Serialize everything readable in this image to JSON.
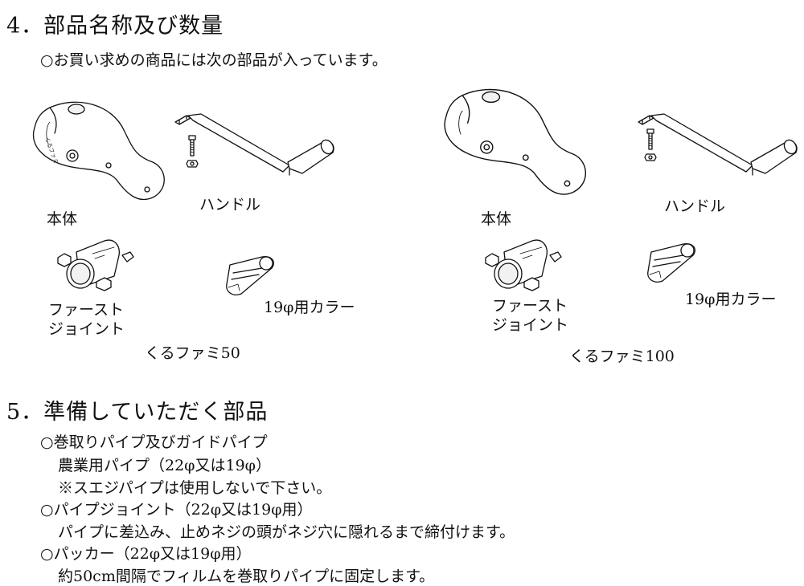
{
  "section4": {
    "heading": "4．部品名称及び数量",
    "intro": "○お買い求めの商品には次の部品が入っています。",
    "products": [
      {
        "name": "くるファミ50",
        "parts": {
          "body": "本体",
          "handle": "ハンドル",
          "joint_line1": "ファースト",
          "joint_line2": "ジョイント",
          "collar": "19φ用カラー"
        }
      },
      {
        "name": "くるファミ100",
        "parts": {
          "body": "本体",
          "handle": "ハンドル",
          "joint_line1": "ファースト",
          "joint_line2": "ジョイント",
          "collar": "19φ用カラー"
        }
      }
    ]
  },
  "section5": {
    "heading": "5．準備していただく部品",
    "items": [
      {
        "title": "○巻取りパイプ及びガイドパイプ",
        "lines": [
          "農業用パイプ（22φ又は19φ）",
          "※スエジパイプは使用しないで下さい。"
        ]
      },
      {
        "title": "○パイプジョイント（22φ又は19φ用）",
        "lines": [
          "パイプに差込み、止めネジの頭がネジ穴に隠れるまで締付けます。"
        ]
      },
      {
        "title": "○パッカー（22φ又は19φ用）",
        "lines": [
          "約50cm間隔でフィルムを巻取りパイプに固定します。"
        ]
      }
    ]
  },
  "icons": [
    "winch-body-icon",
    "crank-handle-icon",
    "bolt-icon",
    "first-joint-icon",
    "collar-icon"
  ]
}
